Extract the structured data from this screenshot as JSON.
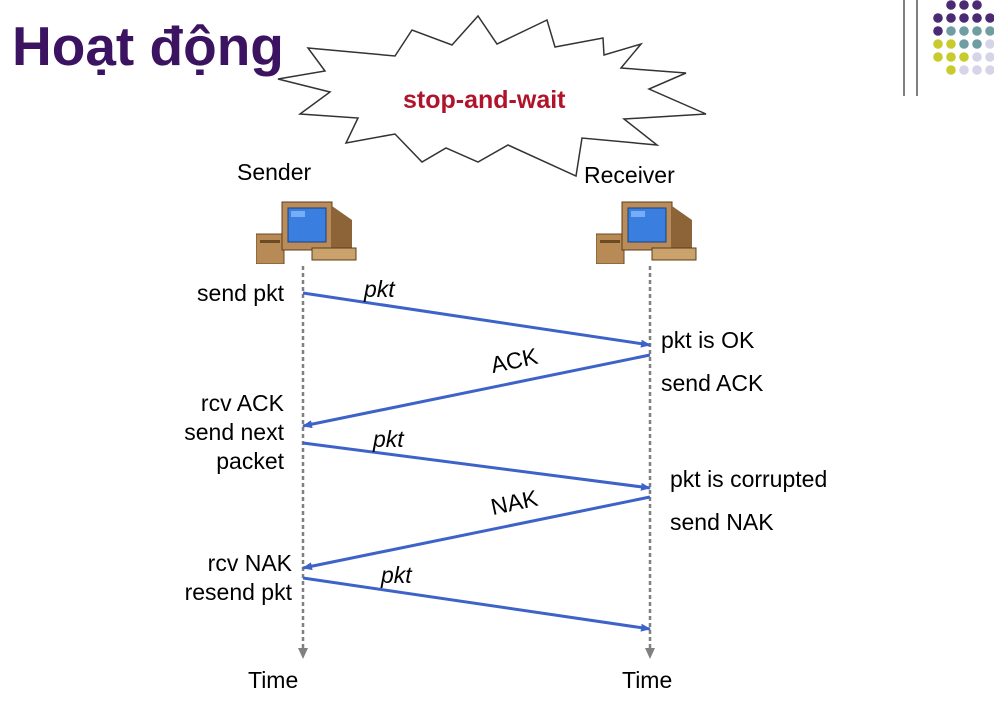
{
  "slide": {
    "title": "Hoạt động",
    "badge": "stop-and-wait"
  },
  "hosts": {
    "sender": "Sender",
    "receiver": "Receiver"
  },
  "time_labels": {
    "sender": "Time",
    "receiver": "Time"
  },
  "events": {
    "send_pkt": "send pkt",
    "pkt_ok": "pkt is OK",
    "send_ack": "send ACK",
    "rcv_ack": "rcv ACK",
    "send_next": "send next",
    "packet": "packet",
    "pkt_corrupted": "pkt is corrupted",
    "send_nak": "send NAK",
    "rcv_nak": "rcv NAK",
    "resend_pkt": "resend pkt"
  },
  "messages": {
    "pkt1": "pkt",
    "ack": "ACK",
    "pkt2": "pkt",
    "nak": "NAK",
    "pkt3": "pkt"
  },
  "colors": {
    "title": "#3b1361",
    "badge_text": "#b0142a",
    "arrow": "#3d63c9",
    "timeline": "#808080",
    "dot_purple": "#4a2a75",
    "dot_teal": "#6e9ea2",
    "dot_lime": "#c7cb2e",
    "dot_lavender": "#d6d4e8"
  }
}
